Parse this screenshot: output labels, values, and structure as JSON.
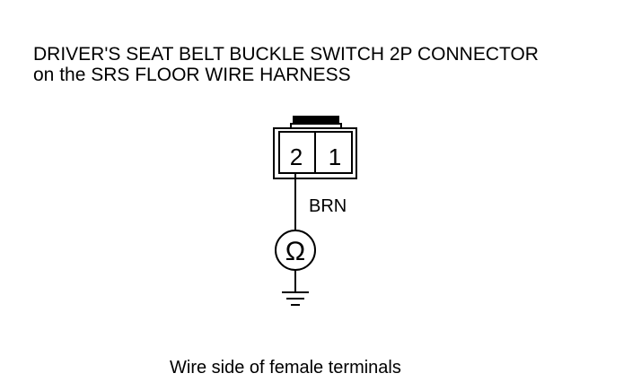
{
  "title": {
    "line1": "DRIVER'S SEAT BELT BUCKLE SWITCH 2P CONNECTOR",
    "line2": "on the SRS FLOOR WIRE HARNESS"
  },
  "connector": {
    "terminals": [
      {
        "number": "2"
      },
      {
        "number": "1"
      }
    ]
  },
  "wire": {
    "color_code": "BRN"
  },
  "meter": {
    "symbol": "Ω"
  },
  "caption": "Wire side of female terminals"
}
